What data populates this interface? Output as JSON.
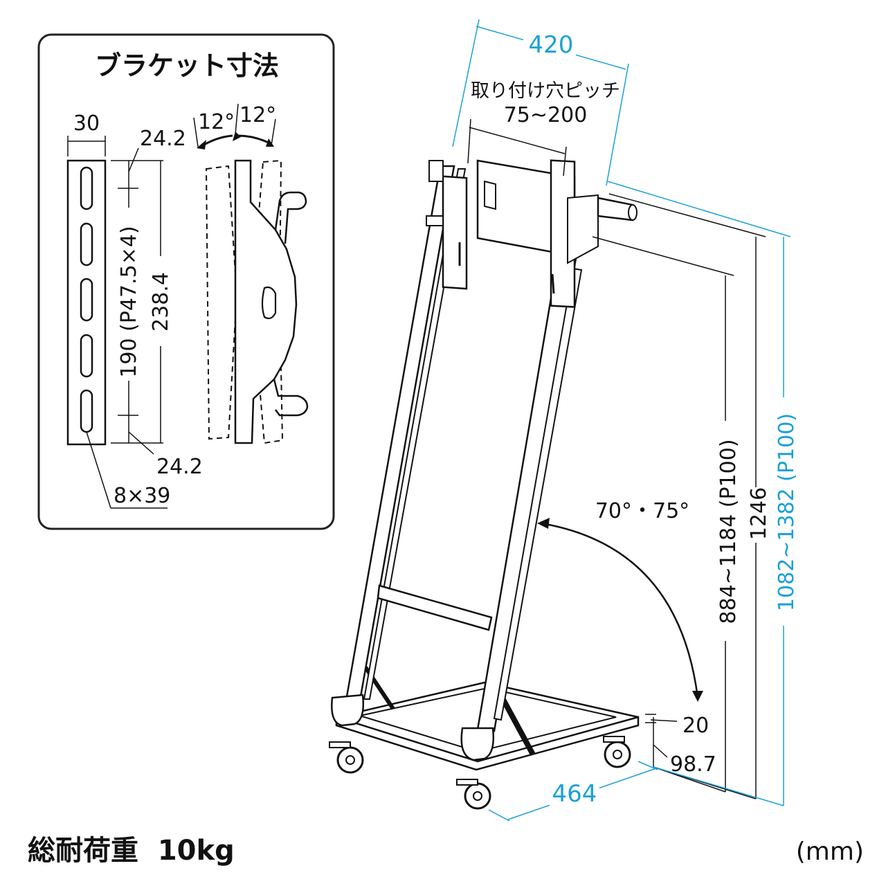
{
  "colors": {
    "ink": "#111111",
    "accent": "#1aa0d8",
    "panel_border": "#222222"
  },
  "bracket_panel": {
    "title": "ブラケット寸法",
    "width": "30",
    "top_margin": "24.2",
    "bottom_margin": "24.2",
    "tilt_left": "12°",
    "tilt_right": "12°",
    "pitch": "190 (P47.5×4)",
    "length": "238.4",
    "slot": "8×39"
  },
  "stand": {
    "width_top": "420",
    "mount_pitch_label": "取り付け穴ピッチ",
    "mount_pitch_value": "75~200",
    "tilt_angle": "70°・75°",
    "height_adjust": "884~1184 (P100)",
    "height_total": "1246",
    "height_top": "1082~1382 (P100)",
    "base_thickness": "20",
    "caster_height": "98.7",
    "base_width": "464"
  },
  "footer": {
    "load": "総耐荷重  10kg",
    "unit": "(mm)"
  }
}
